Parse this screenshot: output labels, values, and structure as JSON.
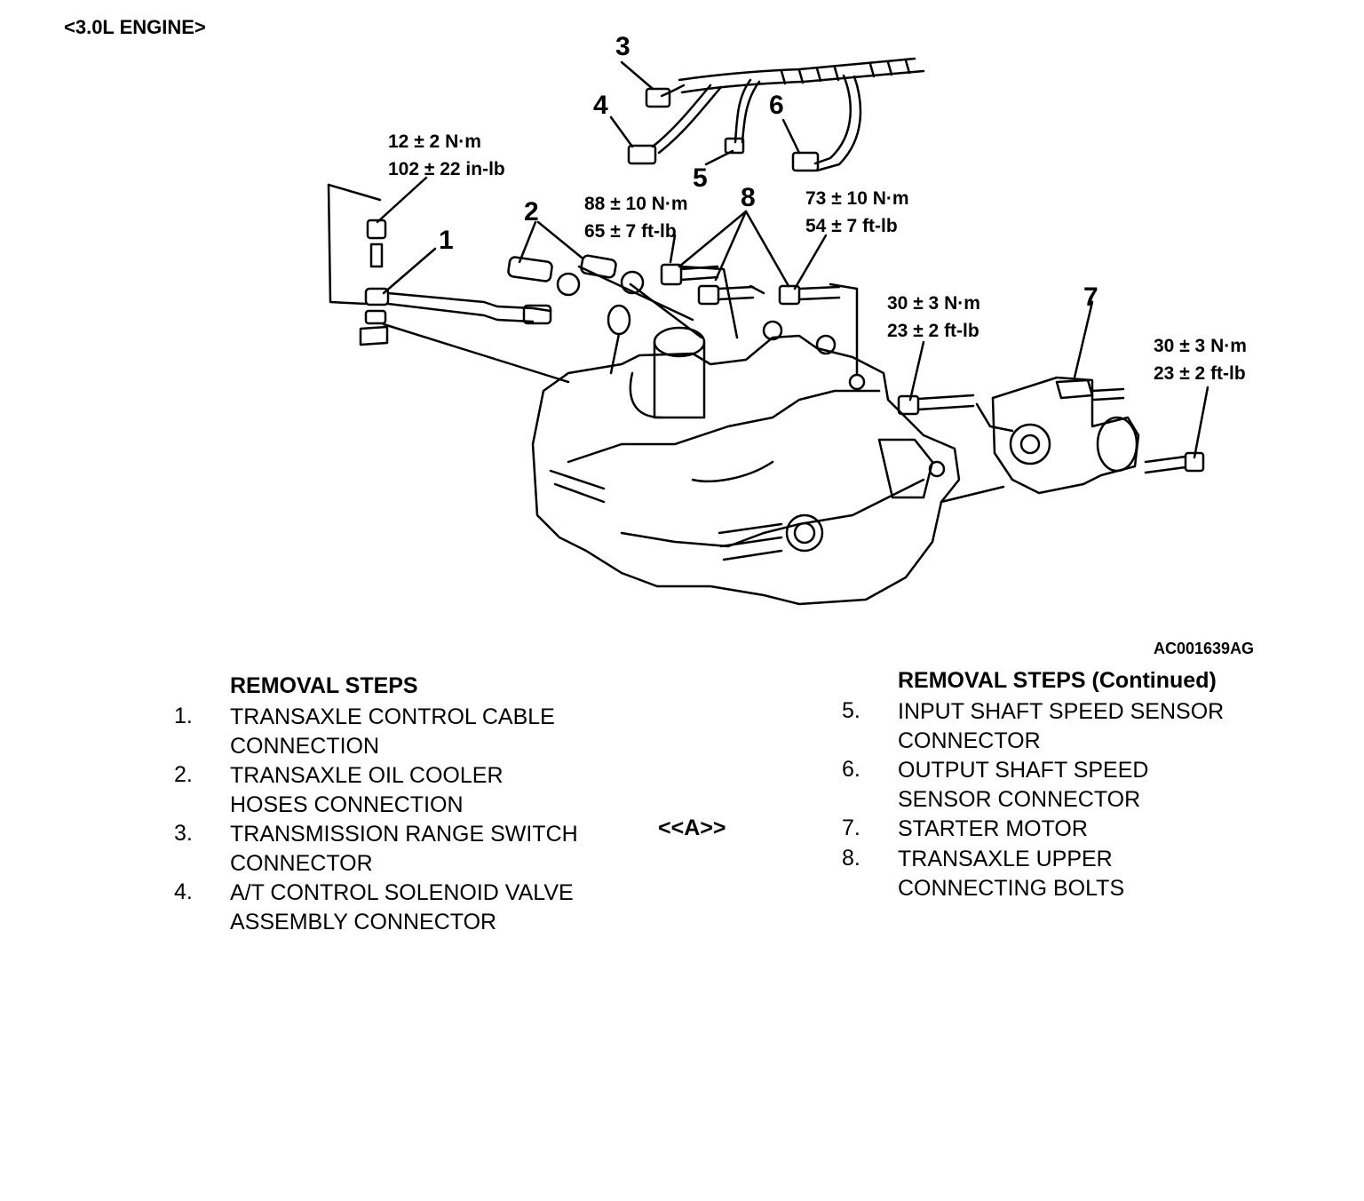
{
  "header": "<3.0L ENGINE>",
  "callouts": [
    "1",
    "2",
    "3",
    "4",
    "5",
    "6",
    "7",
    "8"
  ],
  "torques": {
    "t1": [
      "12 ± 2 N·m",
      "102 ± 22 in-lb"
    ],
    "t2": [
      "88 ± 10 N·m",
      "65 ± 7 ft-lb"
    ],
    "t3": [
      "73 ± 10 N·m",
      "54 ± 7 ft-lb"
    ],
    "t4": [
      "30 ± 3 N·m",
      "23 ± 2 ft-lb"
    ],
    "t5": [
      "30 ± 3 N·m",
      "23 ± 2 ft-lb"
    ]
  },
  "figure_code": "AC001639AG",
  "steps_left": {
    "title": "REMOVAL STEPS",
    "items": [
      {
        "num": "1.",
        "lines": [
          "TRANSAXLE CONTROL CABLE",
          "CONNECTION"
        ]
      },
      {
        "num": "2.",
        "lines": [
          "TRANSAXLE OIL COOLER",
          "HOSES CONNECTION"
        ]
      },
      {
        "num": "3.",
        "lines": [
          "TRANSMISSION RANGE SWITCH",
          "CONNECTOR"
        ]
      },
      {
        "num": "4.",
        "lines": [
          "A/T CONTROL SOLENOID VALVE",
          "ASSEMBLY CONNECTOR"
        ]
      }
    ]
  },
  "badge": "<<A>>",
  "steps_right": {
    "title": "REMOVAL STEPS (Continued)",
    "items": [
      {
        "num": "5.",
        "lines": [
          "INPUT SHAFT SPEED SENSOR",
          "CONNECTOR"
        ]
      },
      {
        "num": "6.",
        "lines": [
          "OUTPUT SHAFT SPEED",
          "SENSOR CONNECTOR"
        ]
      },
      {
        "num": "7.",
        "lines": [
          "STARTER MOTOR"
        ]
      },
      {
        "num": "8.",
        "lines": [
          "TRANSAXLE UPPER",
          "CONNECTING BOLTS"
        ]
      }
    ]
  }
}
